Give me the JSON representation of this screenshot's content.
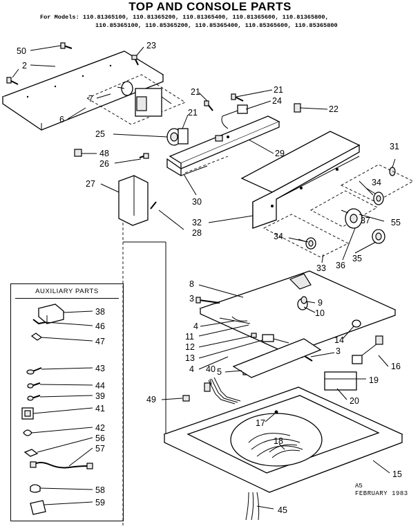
{
  "header": {
    "title": "TOP AND CONSOLE PARTS",
    "models_line1": "For Models: 110.81365100, 110.81365200, 110.81365400, 110.81365600, 110.81365800,",
    "models_line2": "110.85365100, 110.85365200, 110.85365400, 110.85365600, 110.85365800"
  },
  "auxiliary": {
    "title": "AUXILIARY PARTS"
  },
  "callouts": {
    "c50": "50",
    "c2": "2",
    "c23": "23",
    "c7": "7",
    "c6": "6",
    "c21a": "21",
    "c21b": "21",
    "c21c": "21",
    "c24": "24",
    "c22": "22",
    "c25": "25",
    "c29": "29",
    "c48": "48",
    "c26": "26",
    "c31": "31",
    "c27": "27",
    "c30": "30",
    "c34a": "34",
    "c37": "37",
    "c55": "55",
    "c32": "32",
    "c28": "28",
    "c34b": "34",
    "c36": "36",
    "c35": "35",
    "c33": "33",
    "c8": "8",
    "c3a": "3",
    "c9": "9",
    "c10": "10",
    "c4a": "4",
    "c11": "11",
    "c14": "14",
    "c12": "12",
    "c13": "13",
    "c3b": "3",
    "c16": "16",
    "c4b": "4",
    "c40": "40",
    "c5": "5",
    "c19": "19",
    "c49": "49",
    "c20": "20",
    "c17": "17",
    "c18": "18",
    "c15": "15",
    "c45": "45",
    "c38": "38",
    "c46": "46",
    "c47": "47",
    "c43": "43",
    "c44": "44",
    "c39": "39",
    "c41": "41",
    "c42": "42",
    "c56": "56",
    "c57": "57",
    "c58": "58",
    "c59": "59"
  },
  "footer": {
    "code": "A5",
    "date": "FEBRUARY  1983"
  }
}
